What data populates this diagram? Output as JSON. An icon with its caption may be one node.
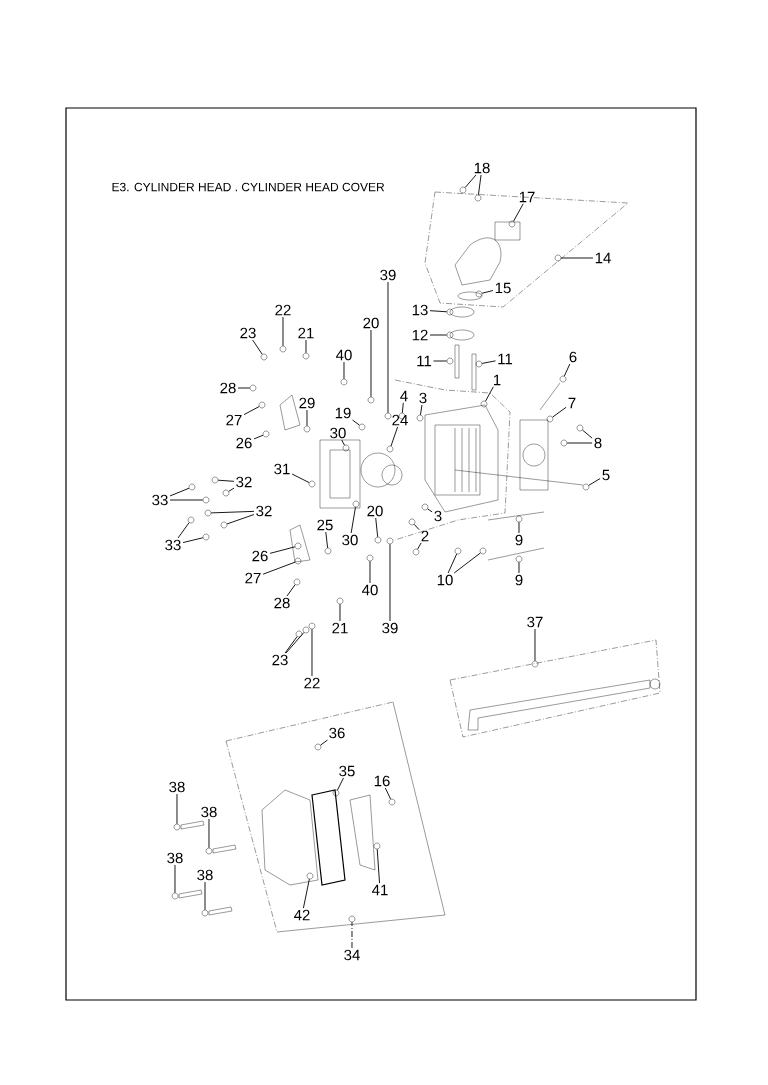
{
  "diagram": {
    "title": "E3. CYLINDER HEAD . CYLINDER HEAD COVER",
    "nodes": [
      {
        "text": [
          "18"
        ]
      },
      {
        "text": [
          "17"
        ]
      },
      {
        "text": [
          "14"
        ]
      },
      {
        "text": [
          "15"
        ]
      },
      {
        "text": [
          "13"
        ]
      },
      {
        "text": [
          "12"
        ]
      },
      {
        "text": [
          "11"
        ]
      },
      {
        "text": [
          "11"
        ]
      },
      {
        "text": [
          "6"
        ]
      },
      {
        "text": [
          "7"
        ]
      },
      {
        "text": [
          "8"
        ]
      },
      {
        "text": [
          "5"
        ]
      },
      {
        "text": [
          "1"
        ]
      },
      {
        "text": [
          "3"
        ]
      },
      {
        "text": [
          "4"
        ]
      },
      {
        "text": [
          "39"
        ]
      },
      {
        "text": [
          "20"
        ]
      },
      {
        "text": [
          "40"
        ]
      },
      {
        "text": [
          "21"
        ]
      },
      {
        "text": [
          "22"
        ]
      },
      {
        "text": [
          "23"
        ]
      },
      {
        "text": [
          "28"
        ]
      },
      {
        "text": [
          "27"
        ]
      },
      {
        "text": [
          "29"
        ]
      },
      {
        "text": [
          "26"
        ]
      },
      {
        "text": [
          "19"
        ]
      },
      {
        "text": [
          "24"
        ]
      },
      {
        "text": [
          "30"
        ]
      },
      {
        "text": [
          "31"
        ]
      },
      {
        "text": [
          "33"
        ]
      },
      {
        "text": [
          "32"
        ]
      },
      {
        "text": [
          "32"
        ]
      },
      {
        "text": [
          "33"
        ]
      },
      {
        "text": [
          "25"
        ]
      },
      {
        "text": [
          "20"
        ]
      },
      {
        "text": [
          "30"
        ]
      },
      {
        "text": [
          "2"
        ]
      },
      {
        "text": [
          "3"
        ]
      },
      {
        "text": [
          "26"
        ]
      },
      {
        "text": [
          "27"
        ]
      },
      {
        "text": [
          "40"
        ]
      },
      {
        "text": [
          "28"
        ]
      },
      {
        "text": [
          "39"
        ]
      },
      {
        "text": [
          "21"
        ]
      },
      {
        "text": [
          "23"
        ]
      },
      {
        "text": [
          "22"
        ]
      },
      {
        "text": [
          "9"
        ]
      },
      {
        "text": [
          "9"
        ]
      },
      {
        "text": [
          "10"
        ]
      },
      {
        "text": [
          "37"
        ]
      },
      {
        "text": [
          "36"
        ]
      },
      {
        "text": [
          "35"
        ]
      },
      {
        "text": [
          "16"
        ]
      },
      {
        "text": [
          "41"
        ]
      },
      {
        "text": [
          "42"
        ]
      },
      {
        "text": [
          "34"
        ]
      },
      {
        "text": [
          "38"
        ]
      },
      {
        "text": [
          "38"
        ]
      },
      {
        "text": [
          "38"
        ]
      },
      {
        "text": [
          "38"
        ]
      },
      {
        "text": [],
        "shape": "circle"
      },
      {
        "text": [],
        "shape": "circle"
      },
      {
        "text": [],
        "shape": "circle"
      },
      {
        "text": [],
        "shape": "circle"
      },
      {
        "text": [],
        "shape": "circle"
      },
      {
        "text": [],
        "shape": "circle"
      },
      {
        "text": [],
        "shape": "circle"
      },
      {
        "text": [],
        "shape": "circle"
      },
      {
        "text": [],
        "shape": "circle"
      },
      {
        "text": [],
        "shape": "circle"
      },
      {
        "text": [],
        "shape": "circle"
      },
      {
        "text": [],
        "shape": "circle"
      },
      {
        "text": [],
        "shape": "circle"
      },
      {
        "text": [],
        "shape": "circle"
      },
      {
        "text": [],
        "shape": "circle"
      },
      {
        "text": [],
        "shape": "circle"
      },
      {
        "text": [],
        "shape": "circle"
      },
      {
        "text": [],
        "shape": "circle"
      },
      {
        "text": [],
        "shape": "circle"
      },
      {
        "text": [],
        "shape": "circle"
      },
      {
        "text": [],
        "shape": "circle"
      },
      {
        "text": [],
        "shape": "circle"
      },
      {
        "text": [],
        "shape": "circle"
      },
      {
        "text": [],
        "shape": "circle"
      },
      {
        "text": [],
        "shape": "circle"
      },
      {
        "text": [],
        "shape": "circle"
      },
      {
        "text": [],
        "shape": "circle"
      },
      {
        "text": [],
        "shape": "circle"
      },
      {
        "text": [],
        "shape": "circle"
      },
      {
        "text": [],
        "shape": "circle"
      },
      {
        "text": [],
        "shape": "circle"
      },
      {
        "text": [],
        "shape": "circle"
      },
      {
        "text": [],
        "shape": "circle"
      },
      {
        "text": [],
        "shape": "circle"
      },
      {
        "text": [],
        "shape": "circle"
      },
      {
        "text": [],
        "shape": "circle"
      },
      {
        "text": [],
        "shape": "circle"
      },
      {
        "text": [],
        "shape": "circle"
      },
      {
        "text": [],
        "shape": "circle"
      },
      {
        "text": [],
        "shape": "circle"
      },
      {
        "text": [],
        "shape": "circle"
      },
      {
        "text": [],
        "shape": "circle"
      },
      {
        "text": [],
        "shape": "circle"
      },
      {
        "text": [],
        "shape": "circle"
      },
      {
        "text": [],
        "shape": "circle"
      },
      {
        "text": [],
        "shape": "circle"
      },
      {
        "text": [],
        "shape": "circle"
      },
      {
        "text": [],
        "shape": "circle"
      },
      {
        "text": [],
        "shape": "circle"
      },
      {
        "text": [],
        "shape": "circle"
      },
      {
        "text": [],
        "shape": "circle"
      },
      {
        "text": [],
        "shape": "circle"
      },
      {
        "text": [],
        "shape": "circle"
      },
      {
        "text": [],
        "shape": "circle"
      },
      {
        "text": [],
        "shape": "circle"
      },
      {
        "text": [],
        "shape": "circle"
      },
      {
        "text": [],
        "shape": "circle"
      },
      {
        "text": [],
        "shape": "circle"
      },
      {
        "text": [],
        "shape": "circle"
      },
      {
        "text": [],
        "shape": "circle"
      },
      {
        "text": [],
        "shape": "circle"
      },
      {
        "text": [],
        "shape": "circle"
      },
      {
        "text": [],
        "shape": "circle"
      },
      {
        "text": [],
        "shape": "circle"
      },
      {
        "text": [],
        "shape": "circle"
      },
      {
        "text": [],
        "shape": "circle"
      },
      {
        "text": [],
        "shape": "circle"
      },
      {
        "text": [],
        "shape": "circle"
      },
      {
        "text": [],
        "shape": "circle"
      }
    ],
    "edges": [
      {
        "from": 0,
        "to": 60,
        "arrow": "none"
      },
      {
        "from": 0,
        "to": 61,
        "arrow": "none"
      },
      {
        "from": 1,
        "to": 62,
        "arrow": "none"
      },
      {
        "from": 2,
        "to": 63,
        "arrow": "none"
      },
      {
        "from": 3,
        "to": 64,
        "arrow": "none"
      },
      {
        "from": 4,
        "to": 65,
        "arrow": "none"
      },
      {
        "from": 5,
        "to": 66,
        "arrow": "none"
      },
      {
        "from": 6,
        "to": 67,
        "arrow": "none"
      },
      {
        "from": 7,
        "to": 68,
        "arrow": "none"
      },
      {
        "from": 8,
        "to": 69,
        "arrow": "none"
      },
      {
        "from": 9,
        "to": 70,
        "arrow": "none"
      },
      {
        "from": 10,
        "to": 71,
        "arrow": "none"
      },
      {
        "from": 10,
        "to": 72,
        "arrow": "none"
      },
      {
        "from": 11,
        "to": 73,
        "arrow": "none"
      },
      {
        "from": 12,
        "to": 74,
        "arrow": "none"
      },
      {
        "from": 13,
        "to": 75,
        "arrow": "none"
      },
      {
        "from": 14,
        "to": 76,
        "arrow": "none"
      },
      {
        "from": 15,
        "to": 77,
        "arrow": "none"
      },
      {
        "from": 16,
        "to": 78,
        "arrow": "none"
      },
      {
        "from": 17,
        "to": 79,
        "arrow": "none"
      },
      {
        "from": 18,
        "to": 80,
        "arrow": "none"
      },
      {
        "from": 19,
        "to": 81,
        "arrow": "none"
      },
      {
        "from": 20,
        "to": 82,
        "arrow": "none"
      },
      {
        "from": 21,
        "to": 83,
        "arrow": "none"
      },
      {
        "from": 22,
        "to": 84,
        "arrow": "none"
      },
      {
        "from": 23,
        "to": 85,
        "arrow": "none"
      },
      {
        "from": 24,
        "to": 86,
        "arrow": "none"
      },
      {
        "from": 25,
        "to": 87,
        "arrow": "none"
      },
      {
        "from": 26,
        "to": 88,
        "arrow": "none"
      },
      {
        "from": 27,
        "to": 89,
        "arrow": "none"
      },
      {
        "from": 28,
        "to": 90,
        "arrow": "none"
      },
      {
        "from": 29,
        "to": 91,
        "arrow": "none"
      },
      {
        "from": 29,
        "to": 92,
        "arrow": "none"
      },
      {
        "from": 30,
        "to": 93,
        "arrow": "none"
      },
      {
        "from": 30,
        "to": 94,
        "arrow": "none"
      },
      {
        "from": 31,
        "to": 95,
        "arrow": "none"
      },
      {
        "from": 31,
        "to": 96,
        "arrow": "none"
      },
      {
        "from": 32,
        "to": 97,
        "arrow": "none"
      },
      {
        "from": 32,
        "to": 98,
        "arrow": "none"
      },
      {
        "from": 33,
        "to": 99,
        "arrow": "none"
      },
      {
        "from": 34,
        "to": 100,
        "arrow": "none"
      },
      {
        "from": 35,
        "to": 101,
        "arrow": "none"
      },
      {
        "from": 36,
        "to": 102,
        "arrow": "none"
      },
      {
        "from": 36,
        "to": 103,
        "arrow": "none"
      },
      {
        "from": 37,
        "to": 104,
        "arrow": "none"
      },
      {
        "from": 38,
        "to": 105,
        "arrow": "none"
      },
      {
        "from": 39,
        "to": 106,
        "arrow": "none"
      },
      {
        "from": 40,
        "to": 107,
        "arrow": "none"
      },
      {
        "from": 41,
        "to": 108,
        "arrow": "none"
      },
      {
        "from": 42,
        "to": 109,
        "arrow": "none"
      },
      {
        "from": 43,
        "to": 110,
        "arrow": "none"
      },
      {
        "from": 44,
        "to": 111,
        "arrow": "none"
      },
      {
        "from": 44,
        "to": 112,
        "arrow": "none"
      },
      {
        "from": 45,
        "to": 113,
        "arrow": "none"
      },
      {
        "from": 46,
        "to": 114,
        "arrow": "none"
      },
      {
        "from": 47,
        "to": 115,
        "arrow": "none"
      },
      {
        "from": 48,
        "to": 116,
        "arrow": "none"
      },
      {
        "from": 48,
        "to": 117,
        "arrow": "none"
      },
      {
        "from": 49,
        "to": 118,
        "arrow": "none"
      },
      {
        "from": 50,
        "to": 119,
        "arrow": "none"
      },
      {
        "from": 51,
        "to": 120,
        "arrow": "none"
      },
      {
        "from": 52,
        "to": 121,
        "arrow": "none"
      },
      {
        "from": 53,
        "to": 122,
        "arrow": "none"
      },
      {
        "from": 54,
        "to": 123,
        "arrow": "none"
      },
      {
        "from": 55,
        "to": 124,
        "arrow": "none",
        "style": "dashed"
      },
      {
        "from": 56,
        "to": 125,
        "arrow": "none"
      },
      {
        "from": 57,
        "to": 126,
        "arrow": "none"
      },
      {
        "from": 58,
        "to": 127,
        "arrow": "none"
      },
      {
        "from": 59,
        "to": 128,
        "arrow": "none"
      }
    ]
  }
}
